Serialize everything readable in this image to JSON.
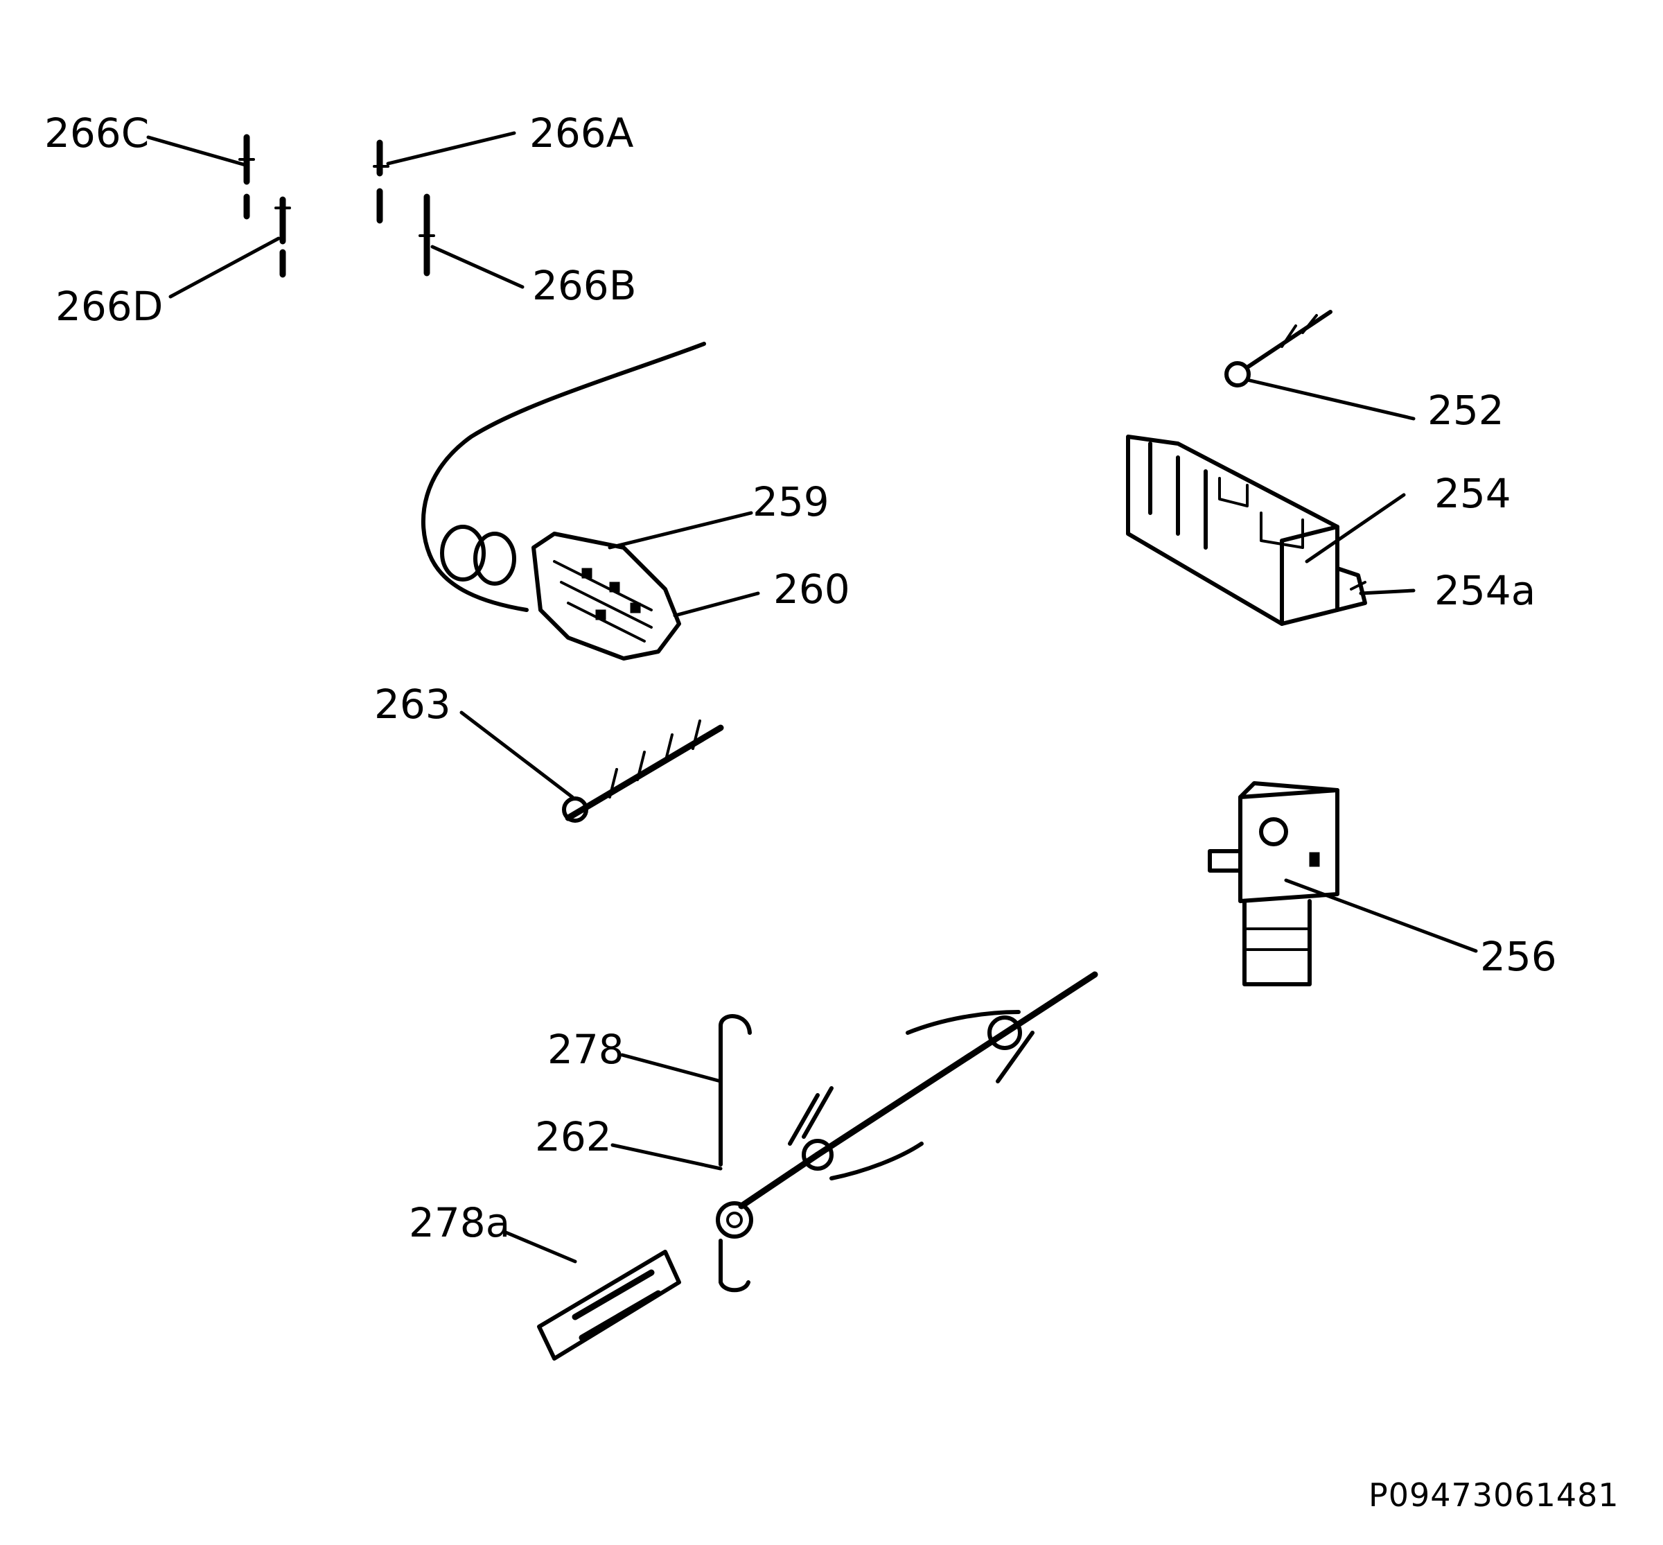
{
  "diagram": {
    "callouts": {
      "c266C": "266C",
      "c266A": "266A",
      "c266D": "266D",
      "c266B": "266B",
      "c252": "252",
      "c254": "254",
      "c254a": "254a",
      "c259": "259",
      "c260": "260",
      "c263": "263",
      "c256": "256",
      "c278": "278",
      "c262": "262",
      "c278a": "278a"
    },
    "reference_code": "P09473061481"
  }
}
